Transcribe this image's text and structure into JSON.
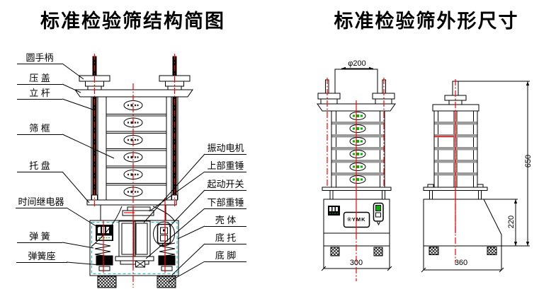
{
  "left_panel": {
    "title": "标准检验筛结构简图",
    "part_labels_left": [
      "圆手柄",
      "压 盖",
      "立 杆",
      "筛 框",
      "托 盘",
      "时间继电器",
      "弹 簧",
      "弹簧座"
    ],
    "part_labels_right": [
      "振动电机",
      "上部重锤",
      "起动开关",
      "下部重锤",
      "壳 体",
      "底 托",
      "底 脚"
    ]
  },
  "right_panel": {
    "title": "标准检验筛外形尺寸",
    "dimensions": {
      "top_diameter": "φ200",
      "front_base_width": "300",
      "overall_height": "650",
      "base_section_height": "220",
      "side_base_width": "360"
    },
    "nameplate_text": "®YMK"
  },
  "colors": {
    "centerline_red": "#ff0000",
    "shell_dashed_cyan": "#00c8c8",
    "logo_green": "#00b300",
    "band_gray": "#9a9a9a"
  }
}
